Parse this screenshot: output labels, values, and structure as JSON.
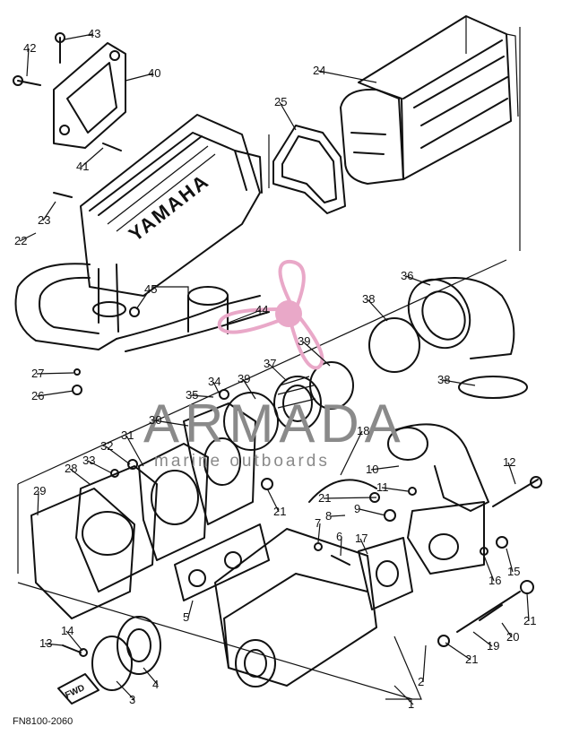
{
  "diagram": {
    "code": "FN8100-2060",
    "fwd_marker": "FWD",
    "cover_brand": "YAMAHA",
    "callouts": [
      "1",
      "2",
      "3",
      "4",
      "5",
      "6",
      "7",
      "8",
      "9",
      "10",
      "11",
      "12",
      "13",
      "14",
      "15",
      "16",
      "17",
      "18",
      "19",
      "20",
      "21",
      "22",
      "23",
      "24",
      "25",
      "26",
      "27",
      "28",
      "29",
      "30",
      "31",
      "32",
      "33",
      "34",
      "35",
      "36",
      "37",
      "38",
      "39",
      "40",
      "41",
      "42",
      "43",
      "44",
      "45"
    ]
  },
  "watermark": {
    "brand": "ARMADA",
    "tagline": "marine outboards",
    "color": "#e9a8c8"
  },
  "colors": {
    "line": "#111111",
    "background": "#ffffff"
  }
}
